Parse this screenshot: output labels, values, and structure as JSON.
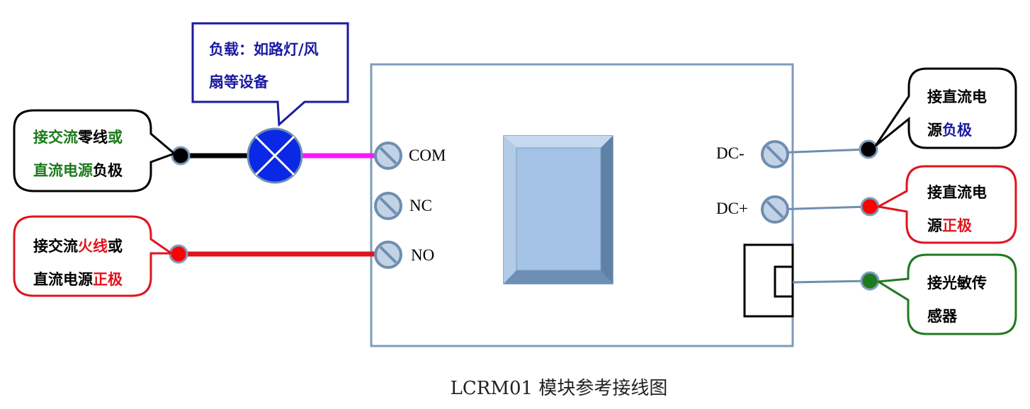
{
  "colors": {
    "black": "#000000",
    "green": "#1a7a1a",
    "red": "#e0141e",
    "blue": "#1a1aa0",
    "magenta": "#ff14ff",
    "board_border": "#7d9cbc",
    "terminal_fill": "#c2d3e6",
    "terminal_stroke": "#6f8eb0",
    "relay_face": "#a4c2e6",
    "relay_edge": "#6d8fb3"
  },
  "terminals": {
    "com": "COM",
    "nc": "NC",
    "no": "NO",
    "dc_minus": "DC-",
    "dc_plus": "DC+"
  },
  "callouts": {
    "load": {
      "line1": [
        {
          "text": "负载：如路灯/风",
          "color": "blue"
        }
      ],
      "line2": [
        {
          "text": "扇等设备",
          "color": "blue"
        }
      ]
    },
    "neutral": {
      "line1": [
        {
          "text": "接交流",
          "color": "green"
        },
        {
          "text": "零线",
          "color": "black"
        },
        {
          "text": "或",
          "color": "green"
        }
      ],
      "line2": [
        {
          "text": "直流电源",
          "color": "green"
        },
        {
          "text": "负极",
          "color": "black"
        }
      ]
    },
    "live": {
      "line1": [
        {
          "text": "接交流",
          "color": "black"
        },
        {
          "text": "火线",
          "color": "red"
        },
        {
          "text": "或",
          "color": "black"
        }
      ],
      "line2": [
        {
          "text": "直流电源",
          "color": "black"
        },
        {
          "text": "正极",
          "color": "red"
        }
      ]
    },
    "dc_negative": {
      "line1": [
        {
          "text": "接直流电",
          "color": "black"
        }
      ],
      "line2": [
        {
          "text": "源",
          "color": "black"
        },
        {
          "text": "负极",
          "color": "blue"
        }
      ]
    },
    "dc_positive": {
      "line1": [
        {
          "text": "接直流电",
          "color": "black"
        }
      ],
      "line2": [
        {
          "text": "源",
          "color": "black"
        },
        {
          "text": "正极",
          "color": "red"
        }
      ]
    },
    "sensor": {
      "line1": [
        {
          "text": "接光敏传",
          "color": "black"
        }
      ],
      "line2": [
        {
          "text": "感器",
          "color": "black"
        }
      ]
    }
  },
  "caption": "LCRM01 模块参考接线图"
}
